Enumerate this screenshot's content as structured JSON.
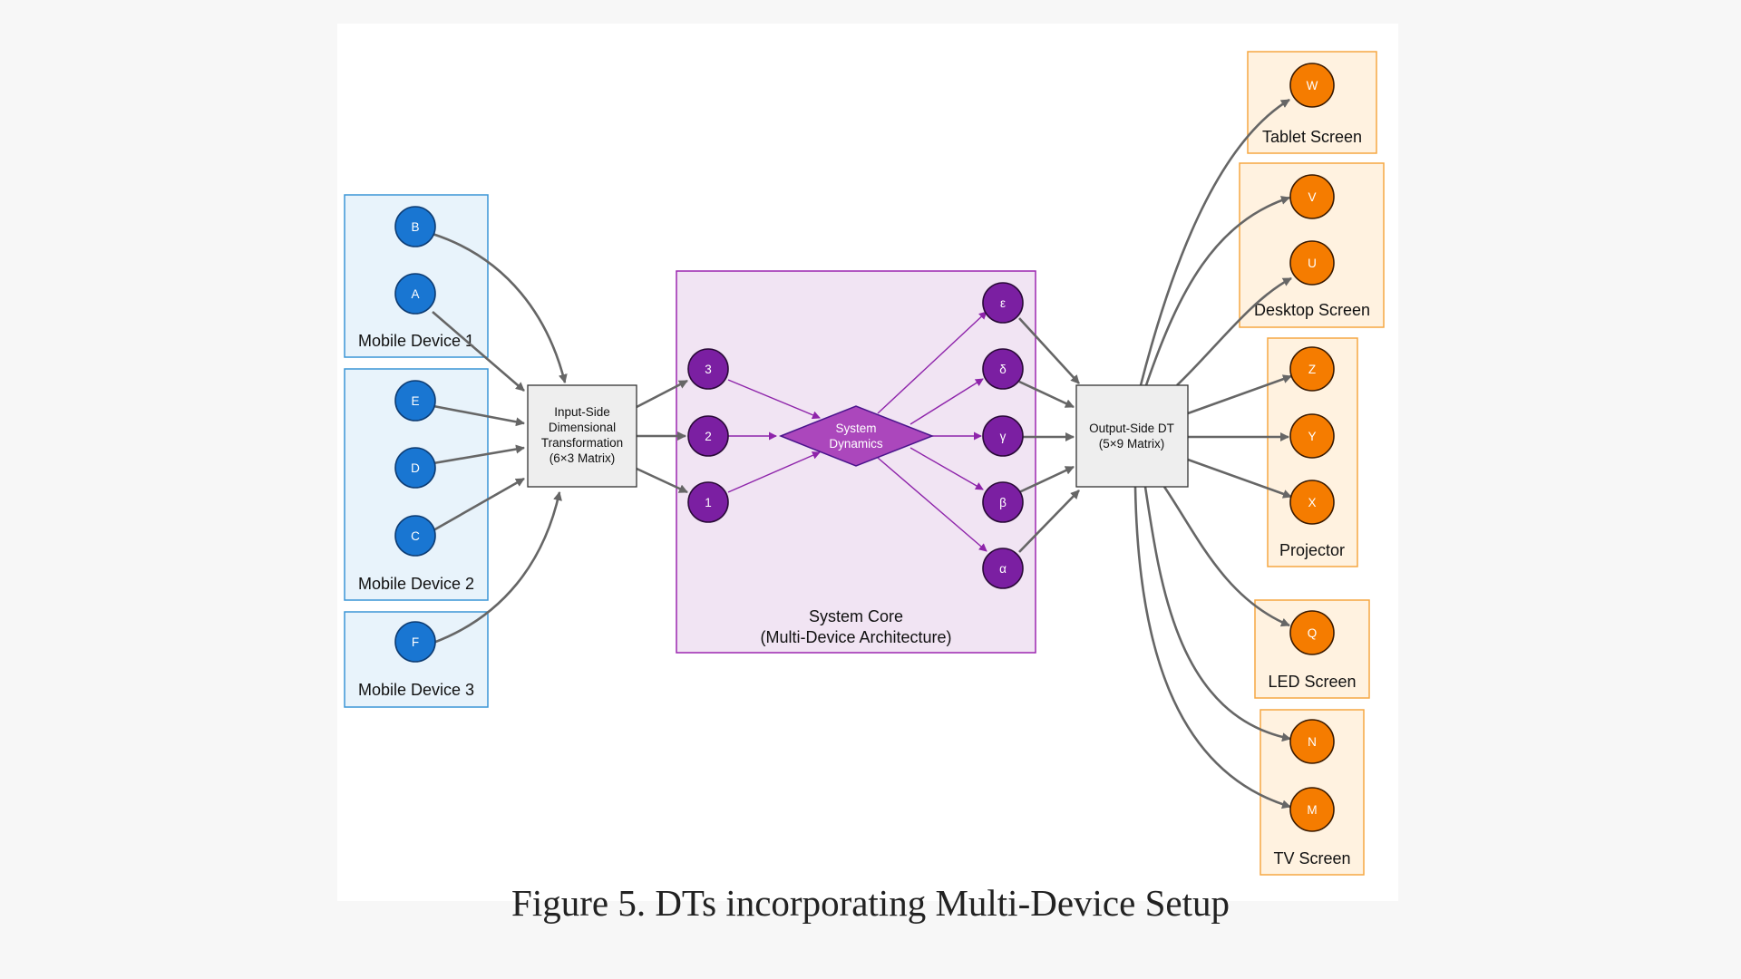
{
  "caption": "Figure 5. DTs incorporating Multi-Device Setup",
  "colors": {
    "input_fill": "#e8f3fb",
    "input_stroke": "#3a95d6",
    "input_node": "#1976d2",
    "core_fill": "#f1e4f3",
    "core_stroke": "#9c27b0",
    "core_node": "#7b1fa2",
    "core_diamond": "#ab47bc",
    "core_edge": "#8e24aa",
    "output_fill": "#fff2e0",
    "output_stroke": "#f5a742",
    "output_node": "#f57c00",
    "dt_fill": "#eeeeee",
    "dt_stroke": "#333333",
    "edge": "#666666"
  },
  "groups": {
    "mobile1": "Mobile Device 1",
    "mobile2": "Mobile Device 2",
    "mobile3": "Mobile Device 3",
    "core_line1": "System Core",
    "core_line2": "(Multi-Device Architecture)",
    "tablet": "Tablet Screen",
    "desktop": "Desktop Screen",
    "projector": "Projector",
    "led": "LED Screen",
    "tv": "TV Screen"
  },
  "input_dt": [
    "Input-Side",
    "Dimensional",
    "Transformation",
    "(6×3 Matrix)"
  ],
  "output_dt": [
    "Output-Side DT",
    "(5×9 Matrix)"
  ],
  "system_dynamics": [
    "System",
    "Dynamics"
  ],
  "nodes": {
    "B": "B",
    "A": "A",
    "E": "E",
    "D": "D",
    "C": "C",
    "F": "F",
    "n3": "3",
    "n2": "2",
    "n1": "1",
    "eps": "ε",
    "delta": "δ",
    "gamma": "γ",
    "beta": "β",
    "alpha": "α",
    "W": "W",
    "V": "V",
    "U": "U",
    "Z": "Z",
    "Y": "Y",
    "X": "X",
    "Q": "Q",
    "N": "N",
    "M": "M"
  }
}
